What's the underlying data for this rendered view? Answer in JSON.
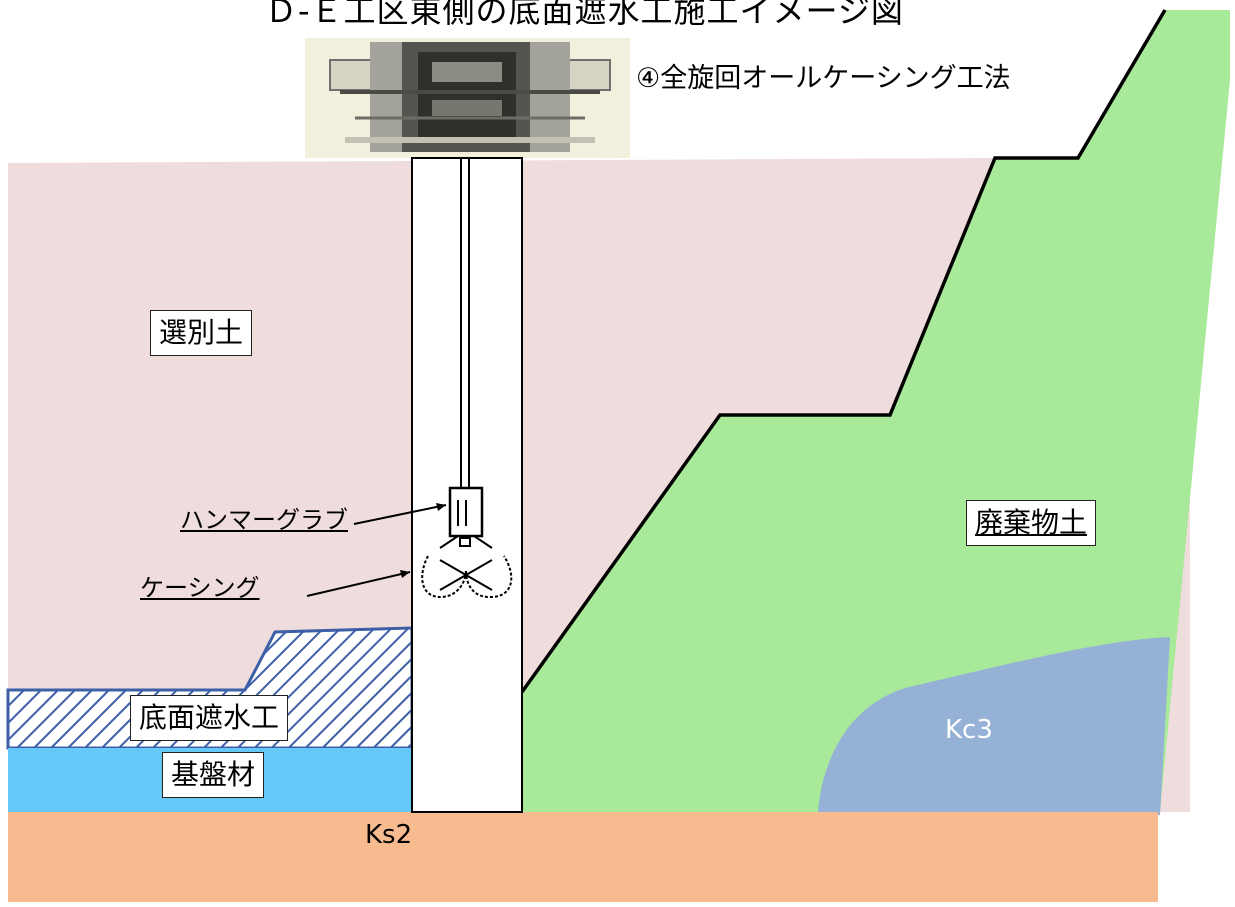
{
  "title": "Ｄ‐Ｅ工区東側の底面遮水工施工イメージ図",
  "method_label": "④全旋回オールケーシング工法",
  "zones": {
    "selected_soil": "選別土",
    "waste_soil": "廃棄物土",
    "bottom_liner": "底面遮水工",
    "base_material": "基盤材",
    "kc3": "Kc3",
    "ks2": "Ks2"
  },
  "callouts": {
    "hammer_grab": "ハンマーグラブ",
    "casing": "ケーシング"
  },
  "colors": {
    "selected_soil": "#efdcdc",
    "waste_soil": "#a9ea9a",
    "kc3": "#95b2d6",
    "ks2": "#f7bb8f",
    "base_material": "#66c8f6",
    "liner_hatch": "#3d5fa8"
  }
}
